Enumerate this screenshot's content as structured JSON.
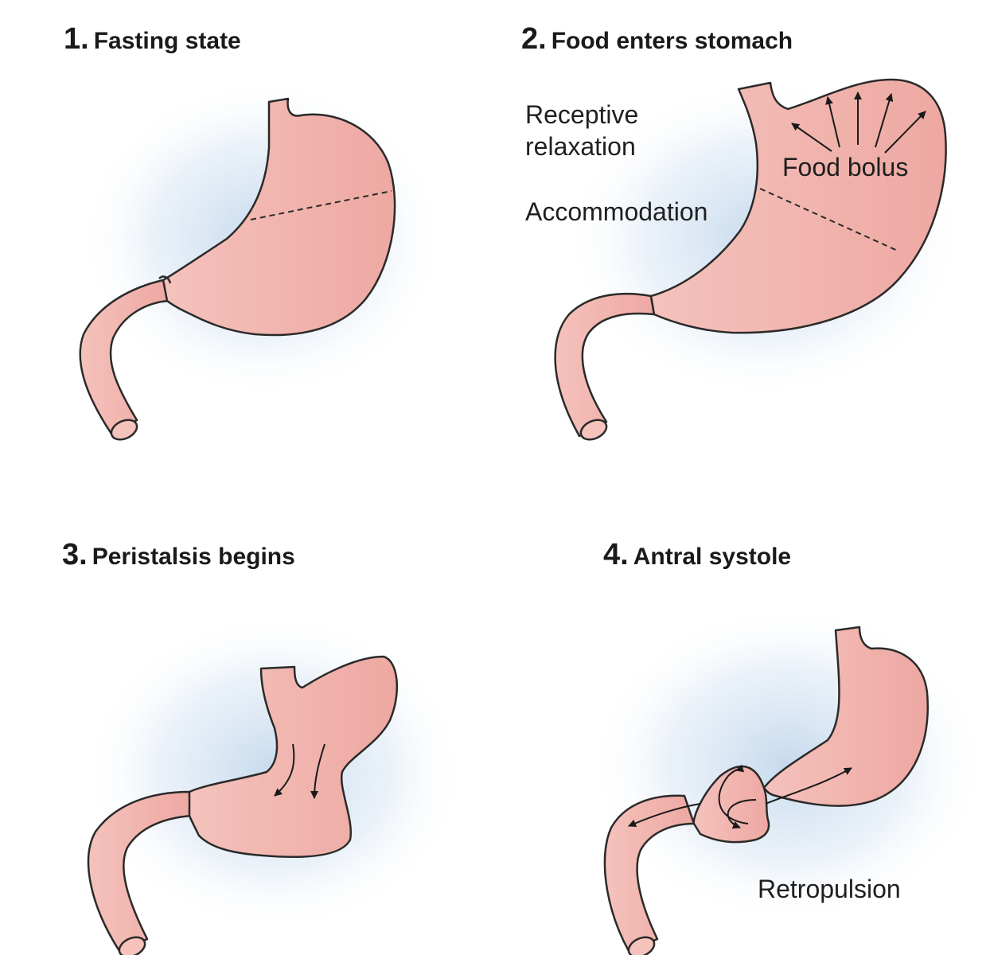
{
  "colors": {
    "tissue": "#f3b7b1",
    "tissue_dark": "#e7a29c",
    "outline": "#2a2a2a",
    "halo": "#bcd3ea",
    "arrow": "#1a1a1a"
  },
  "panels": [
    {
      "number": "1.",
      "title": "Fasting state"
    },
    {
      "number": "2.",
      "title": "Food enters stomach"
    },
    {
      "number": "3.",
      "title": "Peristalsis begins"
    },
    {
      "number": "4.",
      "title": "Antral systole"
    }
  ],
  "labels": {
    "receptive": "Receptive",
    "relaxation": "relaxation",
    "accommodation": "Accommodation",
    "food_bolus": "Food bolus",
    "retropulsion": "Retropulsion"
  }
}
